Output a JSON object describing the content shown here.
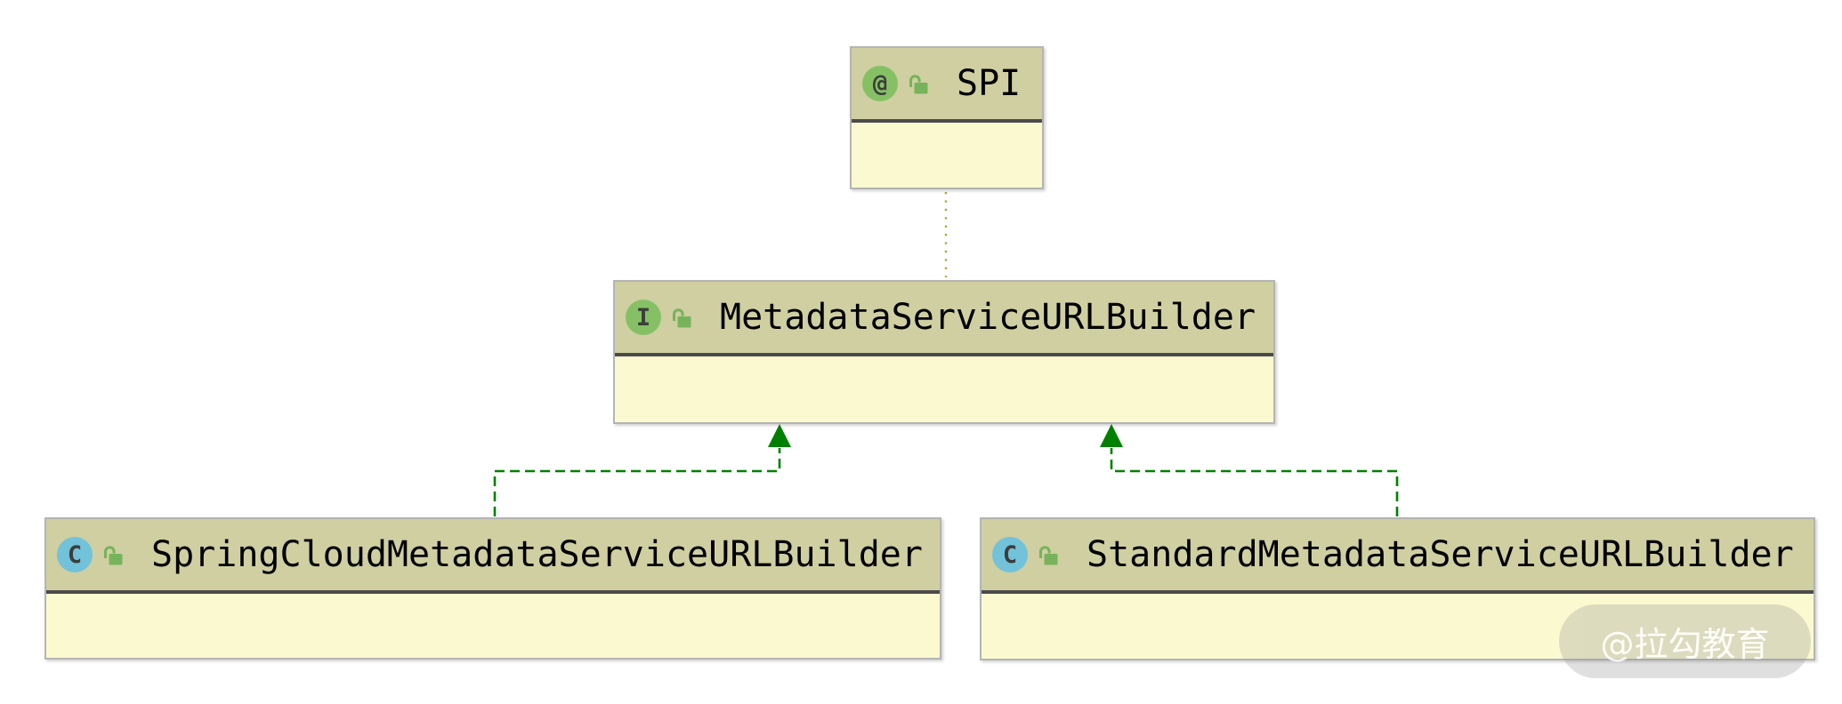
{
  "diagram": {
    "type": "uml-class-diagram",
    "nodes": {
      "spi": {
        "kind": "annotation",
        "icon_glyph": "@",
        "visibility": "public",
        "label": "SPI"
      },
      "metadata_service_url_builder": {
        "kind": "interface",
        "icon_glyph": "I",
        "visibility": "public",
        "label": "MetadataServiceURLBuilder"
      },
      "spring_cloud_builder": {
        "kind": "class",
        "icon_glyph": "C",
        "visibility": "public",
        "label": "SpringCloudMetadataServiceURLBuilder"
      },
      "standard_builder": {
        "kind": "class",
        "icon_glyph": "C",
        "visibility": "public",
        "label": "StandardMetadataServiceURLBuilder"
      }
    },
    "edges": [
      {
        "from": "MetadataServiceURLBuilder",
        "to": "SPI",
        "style": "dotted",
        "meaning": "annotated-with"
      },
      {
        "from": "SpringCloudMetadataServiceURLBuilder",
        "to": "MetadataServiceURLBuilder",
        "style": "dashed-hollow... solid-green-arrow",
        "meaning": "realization"
      },
      {
        "from": "StandardMetadataServiceURLBuilder",
        "to": "MetadataServiceURLBuilder",
        "style": "dashed-solid-green-arrow",
        "meaning": "realization"
      }
    ],
    "colors": {
      "node_header": "#cfcfa2",
      "node_body": "#fbf9d0",
      "node_border": "#b4b4b4",
      "separator_line": "#4b4b4b",
      "annotation_icon_bg": "#85c164",
      "interface_icon_bg": "#85c164",
      "class_icon_bg": "#72c2d9",
      "icon_glyph": "#3d3d3d",
      "lock_icon": "#77b35a",
      "realization_edge": "#008000",
      "annotation_edge": "#ada937",
      "title_text": "#000000",
      "watermark_text": "#ffffff"
    },
    "watermark": {
      "text": "@拉勾教育"
    }
  }
}
